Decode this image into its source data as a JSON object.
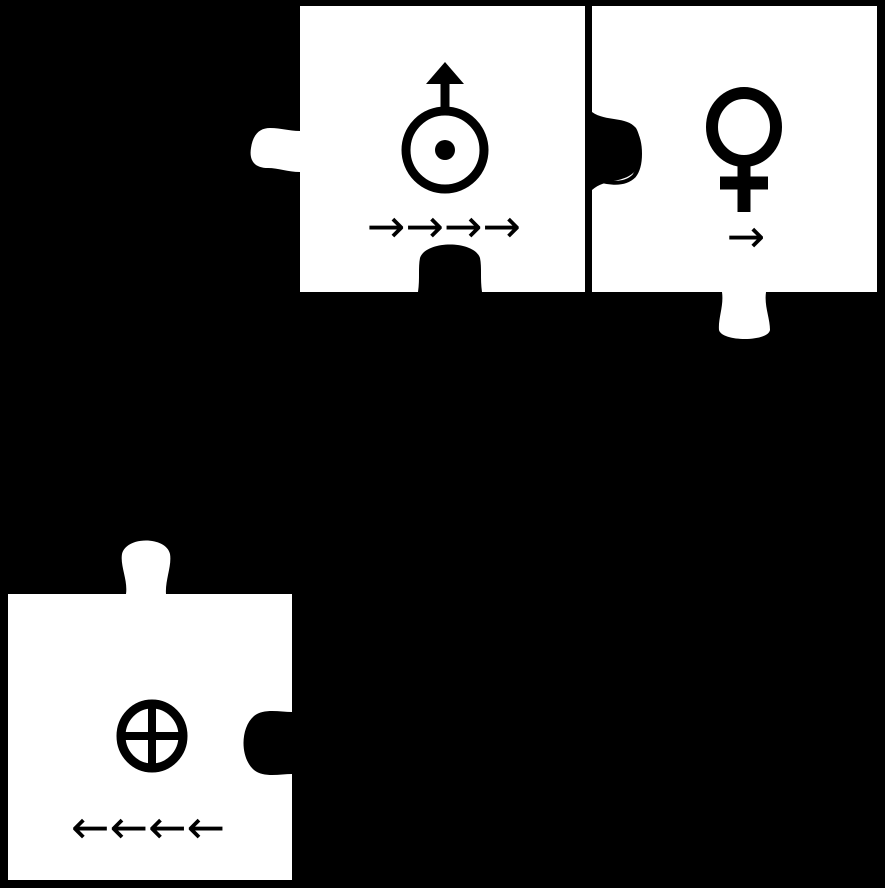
{
  "board": {
    "background_color": "#000000",
    "piece_color": "#ffffff",
    "ink_color": "#000000"
  },
  "pieces": [
    {
      "id": "uranus-piece",
      "symbol": "uranus-icon",
      "arrows": "→→→→",
      "arrow_direction": "right",
      "arrow_count": 4
    },
    {
      "id": "venus-piece",
      "symbol": "venus-icon",
      "arrows": "→",
      "arrow_direction": "right",
      "arrow_count": 1
    },
    {
      "id": "earth-piece",
      "symbol": "earth-icon",
      "arrows": "←←←←",
      "arrow_direction": "left",
      "arrow_count": 4
    }
  ]
}
